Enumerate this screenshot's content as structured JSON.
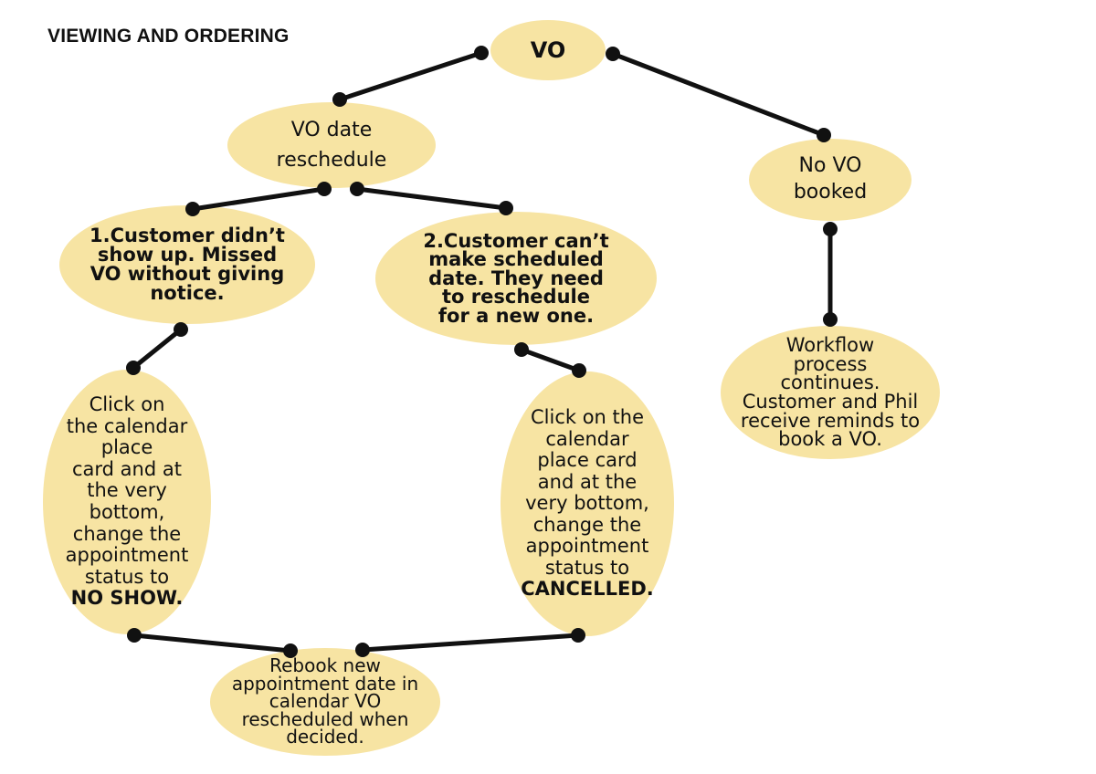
{
  "title": "VIEWING AND ORDERING",
  "colors": {
    "node_fill": "#f7e4a3",
    "edge": "#111111",
    "dot": "#111111"
  },
  "nodes": {
    "vo": {
      "text": "VO"
    },
    "reschedule": {
      "line1": "VO date",
      "line2": "reschedule"
    },
    "no_vo": {
      "line1": "No VO",
      "line2": "booked"
    },
    "missed": {
      "lines": [
        "1.Customer didn’t",
        "show up. Missed",
        "VO without giving",
        "notice."
      ]
    },
    "cant_make": {
      "lines": [
        "2.Customer can’t",
        "make scheduled",
        "date. They need",
        "to reschedule",
        "for a new one."
      ]
    },
    "workflow": {
      "lines": [
        "Workflow",
        "process",
        "continues.",
        "Customer and Phil",
        "receive reminds to",
        "book a VO."
      ]
    },
    "no_show_step": {
      "lines": [
        "Click on",
        "the calendar",
        "place",
        "card and at",
        "the very",
        "bottom,",
        "change the",
        "appointment",
        "status to"
      ],
      "status": "NO SHOW."
    },
    "cancel_step": {
      "lines": [
        "Click on the",
        "calendar",
        "place card",
        "and at the",
        "very bottom,",
        "change the",
        "appointment",
        "status to"
      ],
      "status": "CANCELLED."
    },
    "rebook": {
      "lines": [
        "Rebook new",
        "appointment date in",
        "calendar VO",
        "rescheduled when",
        "decided."
      ]
    }
  }
}
